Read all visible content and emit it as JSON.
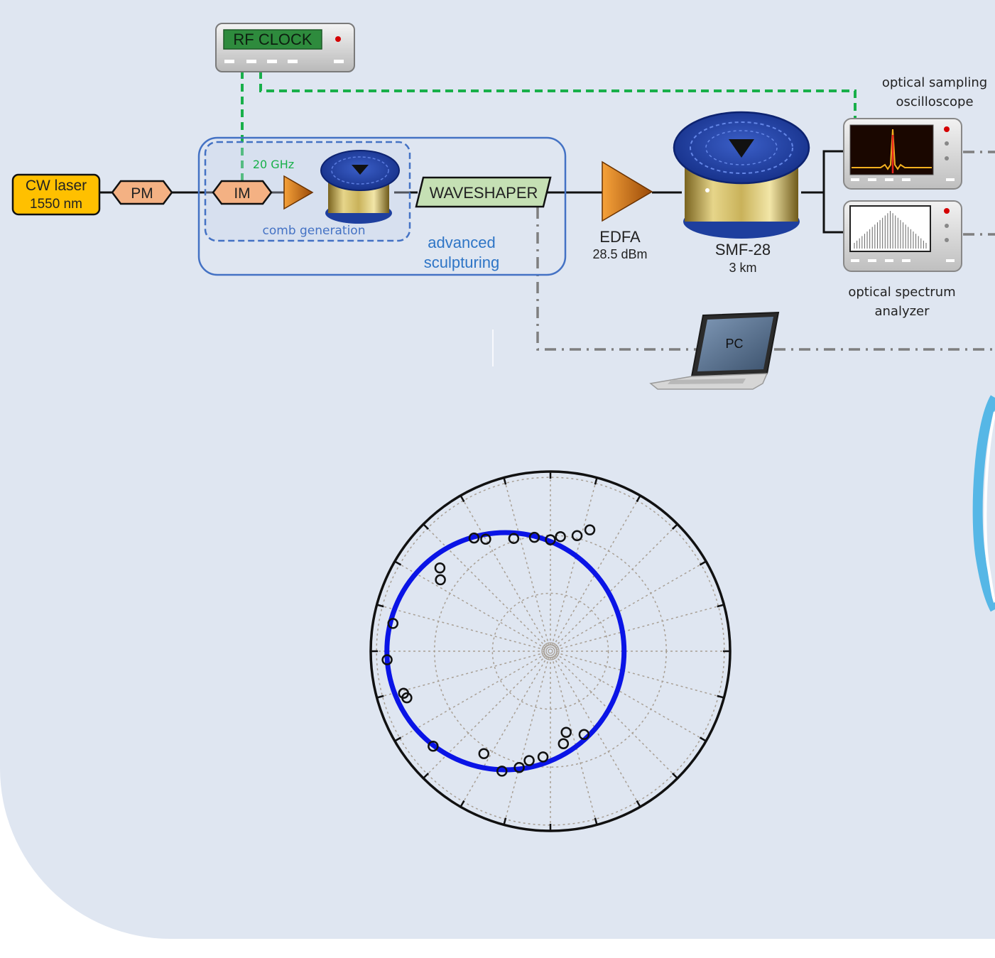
{
  "setup": {
    "rf_clock": "RF CLOCK",
    "laser_line1": "CW laser",
    "laser_line2": "1550 nm",
    "pm": "PM",
    "im": "IM",
    "rf_freq": "20 GHz",
    "comb_generation": "comb generation",
    "waveshaper": "WAVESHAPER",
    "advanced_line1": "advanced",
    "advanced_line2": "sculpturing",
    "edfa": "EDFA",
    "edfa_power": "28.5 dBm",
    "smf": "SMF-28",
    "smf_length": "3 km",
    "osc_line1": "optical sampling",
    "osc_line2": "oscilloscope",
    "osa_line1": "optical spectrum",
    "osa_line2": "analyzer",
    "pc": "PC"
  },
  "colors": {
    "laser": "#ffc000",
    "modulator": "#f4b183",
    "waveshaper": "#c5e0b4",
    "rf_line": "#18b04a",
    "group_box": "#4472c4",
    "polar_curve": "#0a14e6",
    "accent_arc": "#56b7e6"
  },
  "chart_data": {
    "type": "polar",
    "rings": 3,
    "spokes_deg_step": 15,
    "fitted_curve": {
      "shape": "circle",
      "center_r": 0.25,
      "center_theta_deg": 180,
      "radius": 0.66
    },
    "points": [
      {
        "r": 0.76,
        "theta": 124
      },
      {
        "r": 0.72,
        "theta": 120
      },
      {
        "r": 0.66,
        "theta": 108
      },
      {
        "r": 0.64,
        "theta": 98
      },
      {
        "r": 0.62,
        "theta": 90
      },
      {
        "r": 0.64,
        "theta": 85
      },
      {
        "r": 0.66,
        "theta": 77
      },
      {
        "r": 0.71,
        "theta": 72
      },
      {
        "r": 0.77,
        "theta": 143
      },
      {
        "r": 0.73,
        "theta": 147
      },
      {
        "r": 0.89,
        "theta": 170
      },
      {
        "r": 0.91,
        "theta": 183
      },
      {
        "r": 0.85,
        "theta": 196
      },
      {
        "r": 0.84,
        "theta": 198
      },
      {
        "r": 0.84,
        "theta": 219
      },
      {
        "r": 0.68,
        "theta": 237
      },
      {
        "r": 0.72,
        "theta": 248
      },
      {
        "r": 0.67,
        "theta": 255
      },
      {
        "r": 0.62,
        "theta": 259
      },
      {
        "r": 0.59,
        "theta": 266
      },
      {
        "r": 0.5,
        "theta": 292
      },
      {
        "r": 0.46,
        "theta": 281
      },
      {
        "r": 0.52,
        "theta": 278
      }
    ]
  }
}
